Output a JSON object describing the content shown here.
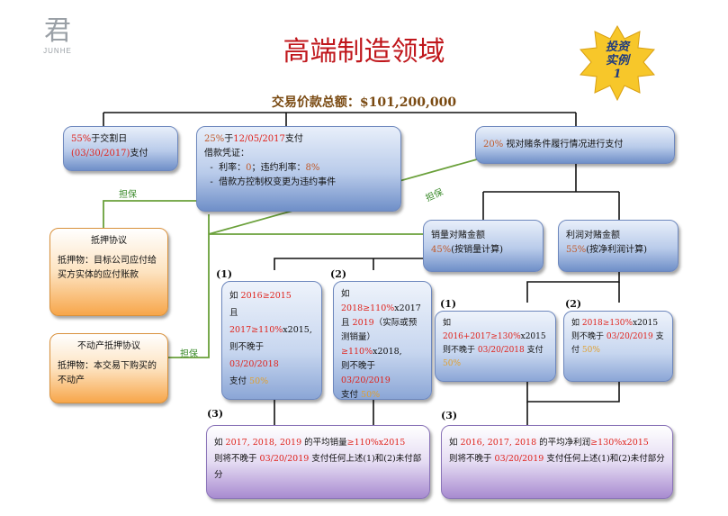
{
  "logo": {
    "mark": "君",
    "text": "JUNHE"
  },
  "title": "高端制造领域",
  "badge": {
    "line1": "投资",
    "line2": "实例",
    "line3": "1"
  },
  "total": "交易价款总额：$101,200,000",
  "box_a": {
    "pct": "55%",
    "text1": "于交割日",
    "date": "(03/30/2017)",
    "text2": "支付"
  },
  "box_b": {
    "pct": "25%",
    "text1": "于",
    "date": "12/05/2017",
    "text2": "支付",
    "line2": "借款凭证：",
    "line3_a": "利率：",
    "line3_b": "0",
    "line3_c": "；违约利率：",
    "line3_d": "8%",
    "line4": "借款方控制权变更为违约事件"
  },
  "box_c": {
    "pct": "20%",
    "text": "视对赌条件履行情况进行支付"
  },
  "box_d": {
    "text1": "销量对赌金额",
    "pct": "45%",
    "text2": "(按销量计算)"
  },
  "box_e": {
    "text1": "利润对赌金额",
    "pct": "55%",
    "text2": "(按净利润计算)"
  },
  "box_f": {
    "title": "抵押协议",
    "body": "抵押物：目标公司应付给买方实体的应付账款"
  },
  "box_g": {
    "title": "不动产抵押协议",
    "body": "抵押物：本交易下购买的不动产"
  },
  "guarantee": [
    "担保",
    "担保",
    "担保"
  ],
  "nums": {
    "s1": "(1)",
    "s2": "(2)",
    "s3": "(3)",
    "p1": "(1)",
    "p2": "(2)",
    "p3": "(3)"
  },
  "box_h": {
    "l1a": "如 ",
    "l1b": "2016≥2015",
    "l2a": "且 ",
    "l2b": "2017≥110%",
    "l2c": "x2015,",
    "l3a": "则不晚于 ",
    "l3b": "03/20/2018",
    "l4a": "支付 ",
    "l4b": "50%"
  },
  "box_i": {
    "l1a": "如 ",
    "l1b": "2018≥110%",
    "l1c": "x2017",
    "l2a": "且 ",
    "l2b": "2019",
    "l2c": "（实际或预测销量）",
    "l3b": "≥110%",
    "l3c": "x2018,",
    "l4a": "则不晚于 ",
    "l4b": "03/20/2019",
    "l5a": "支付 ",
    "l5b": "50%"
  },
  "box_j": {
    "l1a": "如 ",
    "l1b": "2016+2017≥130%",
    "l1c": "x2015",
    "l2a": "则不晚于 ",
    "l2b": "03/20/2018",
    "l2c": " 支付",
    "l3": "50%"
  },
  "box_k": {
    "l1a": "如 ",
    "l1b": "2018≥130%",
    "l1c": "x2015",
    "l2a": "则不晚于 ",
    "l2b": "03/20/2019",
    "l2c": " 支",
    "l3a": "付 ",
    "l3b": "50%"
  },
  "box_l": {
    "l1a": "如 ",
    "l1b": "2017, 2018, 2019",
    "l1c": " 的平均销量",
    "l1d": "≥110%",
    "l1e": "x2015",
    "l2a": "则将不晚于 ",
    "l2b": "03/20/2019",
    "l2c": " 支付任何上述(1)和(2)未付部分"
  },
  "box_m": {
    "l1a": "如 ",
    "l1b": "2016, 2017, 2018",
    "l1c": " 的平均净利润",
    "l1d": "≥130%",
    "l1e": "x2015",
    "l2a": "则将不晚于 ",
    "l2b": "03/20/2019",
    "l2c": " 支付任何上述(1)和(2)未付部分"
  }
}
